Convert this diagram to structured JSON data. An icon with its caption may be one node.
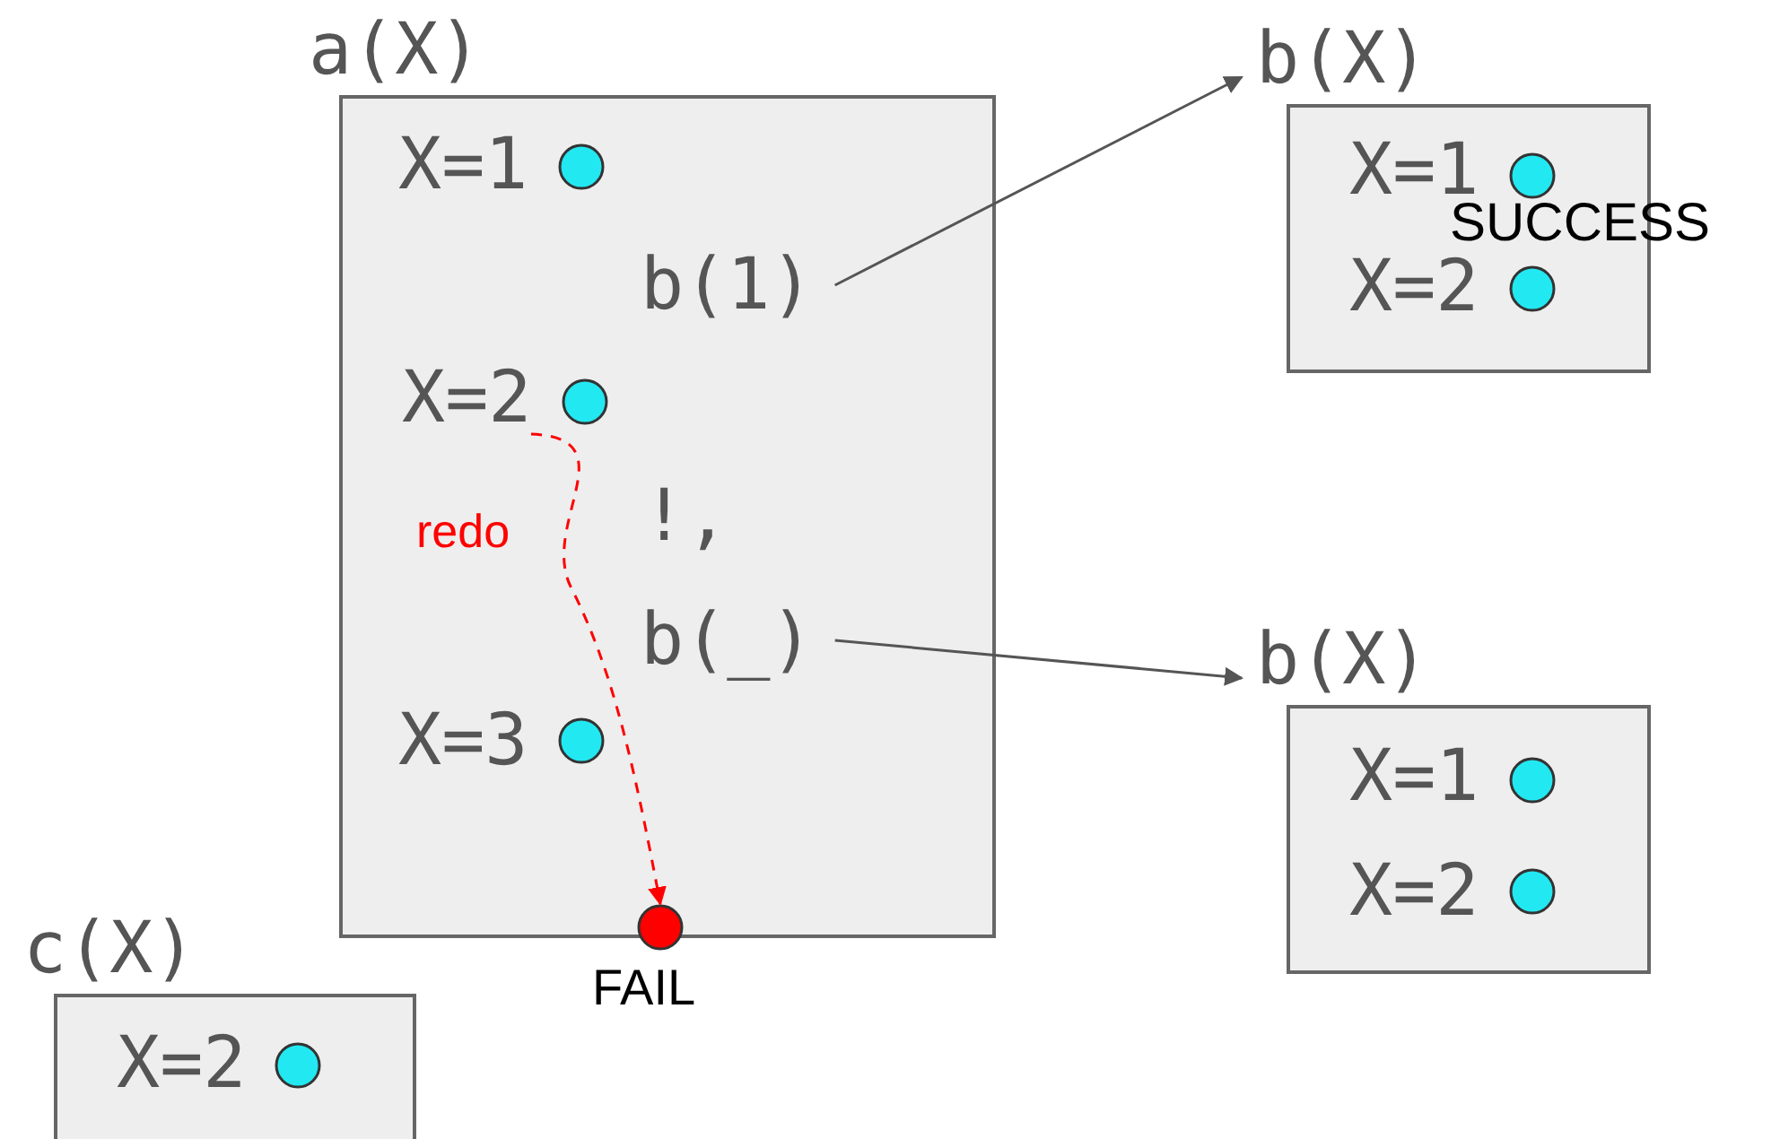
{
  "diagram": {
    "nodes": [
      {
        "text": [
          "a(X)"
        ]
      },
      {
        "text": [
          "b(1)"
        ],
        "in": 0
      },
      {
        "text": [
          "X=2"
        ],
        "in": 0
      },
      {
        "text": [
          "b(_)"
        ],
        "in": 0
      },
      {
        "text": [],
        "shape": "circle",
        "beside": [
          "FAIL"
        ]
      },
      {
        "text": [
          "b(X)"
        ]
      },
      {
        "text": [
          "b(X)"
        ]
      },
      {
        "text": [
          "c(X)"
        ]
      }
    ],
    "edges": [
      {
        "from": 1,
        "to": 5,
        "arrow": "to"
      },
      {
        "from": 3,
        "to": 6,
        "arrow": "to"
      },
      {
        "from": 2,
        "to": 4,
        "arrow": "to",
        "label": "redo",
        "style": "dashed",
        "color": "#ff0000"
      }
    ],
    "labels": [
      "X=1",
      "!,",
      "X=3",
      "X=1",
      "SUCCESS",
      "X=2",
      "X=1",
      "X=2",
      "X=2"
    ]
  }
}
